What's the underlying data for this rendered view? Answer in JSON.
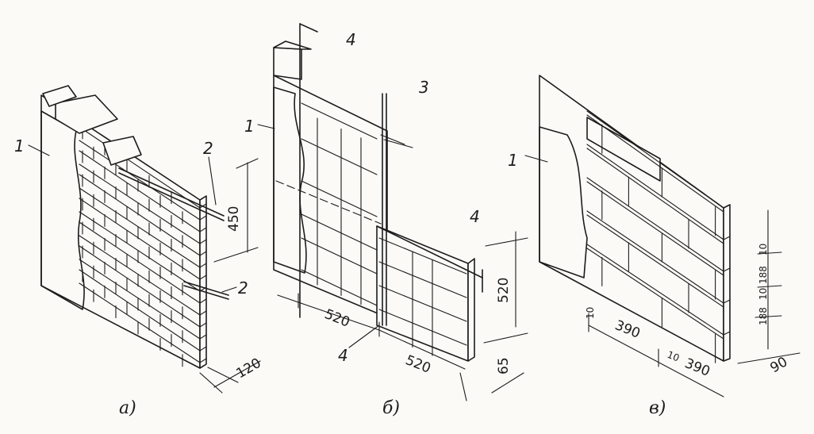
{
  "panels": {
    "a": {
      "caption": "а)",
      "labels": {
        "plaster": "1",
        "rebar_top": "2",
        "rebar_bottom": "2"
      },
      "dims": {
        "height": "450",
        "thickness": "120"
      }
    },
    "b": {
      "caption": "б)",
      "labels": {
        "plaster": "1",
        "rebar_pair": "3",
        "rod_top": "4",
        "rod_right": "4",
        "rod_bottom": "4"
      },
      "dims": {
        "width_left": "520",
        "width_right": "520",
        "height": "520",
        "thickness": "65"
      }
    },
    "c": {
      "caption": "в)",
      "labels": {
        "plaster": "1"
      },
      "dims": {
        "joint_left": "10",
        "block_left": "390",
        "joint_mid": "10",
        "block_right": "390",
        "joint_top": "10",
        "row_top": "188",
        "joint_mid_v": "10",
        "row_bottom": "188",
        "thickness": "90"
      }
    }
  }
}
